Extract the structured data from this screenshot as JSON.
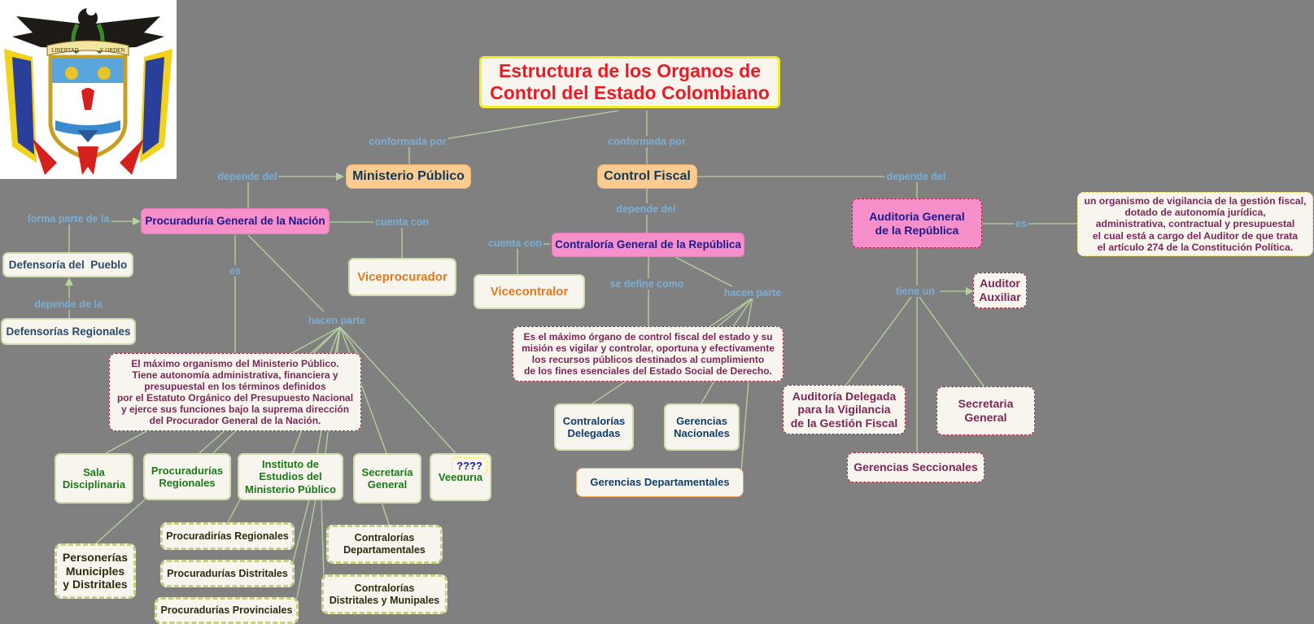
{
  "title": "Estructura de los Organos de\nControl del Estado Colombiano",
  "emblem": {
    "motto_left": "LIBERTAD",
    "motto_right": "Y ORDEN"
  },
  "nodes": {
    "ministerio": "Ministerio Público",
    "control_fiscal": "Control Fiscal",
    "procuraduria": "Procuraduría General de la Nación",
    "viceprocurador": "Viceprocurador",
    "defensoria": "Defensoría del  Pueblo",
    "defensorias_regionales": "Defensorías Regionales",
    "procu_desc": "El máximo organismo del Ministerio Público.\nTiene autonomía administrativa, financiera y\npresupuestal en los términos definidos\npor el Estatuto Orgánico del Presupuesto Nacional\ny ejerce sus funciones bajo la suprema dirección\ndel Procurador General de la Nación.",
    "sala": "Sala\nDisciplinaria",
    "procu_regionales": "Procuradurías\nRegionales",
    "instituto": "Instituto de\nEstudios del\nMinisterio Público",
    "secretaria_procu": "Secretaría\nGeneral",
    "veeduria": "Veeduría",
    "veeduria_note": "????",
    "personerias": "Personerías\nMuniciples\ny Distritales",
    "procuradirias_regionales": "Procuradirías Regionales",
    "procu_distritales": "Procuradurías Distritales",
    "procu_provinciales": "Procuradurías Provinciales",
    "contralorias_dep": "Contralorías\nDepartamentales",
    "contralorias_dist": "Contralorías\nDistritales y Munipales",
    "contraloria": "Contraloría General de la República",
    "vicecontralor": "Vicecontralor",
    "contra_desc": "Es el máximo órgano de control fiscal del estado y su\nmisión es vigilar y controlar, oportuna y efectivamente\nlos recursos públicos destinados al cumplimiento\nde los fines esenciales del Estado Social de Derecho.",
    "contralorias_delegadas": "Contralorías\nDelegadas",
    "gerencias_nacionales": "Gerencias\nNacionales",
    "gerencias_dep": "Gerencias Departamentales",
    "auditoria": "Auditoria General\nde la República",
    "audit_desc": "un organismo de vigilancia de la gestión fiscal,\ndotado de autonomía jurídica,\nadministrativa, contractual y presupuestal\nel cual está a cargo del Auditor de que trata\nel artículo 274 de la Constitución Política.",
    "auditor_auxiliar": "Auditor\nAuxiliar",
    "auditoria_delegada": "Auditoría Delegada\npara la Vigilancia\nde la Gestión Fiscal",
    "secretaria_audit": "Secretaria\nGeneral",
    "gerencias_seccionales": "Gerencias Seccionales"
  },
  "links": {
    "conformada_1": "conformada por",
    "conformada_2": "conformada por",
    "depende_del_1": "depende del",
    "depende_del_2": "depende del",
    "depende_del_3": "depende del",
    "forma_parte": "forma parte de la",
    "cuenta_con_1": "cuenta con",
    "cuenta_con_2": "cuenta con",
    "es_1": "es",
    "es_2": "es",
    "depende_de_la": "depende de la",
    "hacen_parte_1": "hacen parte",
    "hacen_parte_2": "hacen parte",
    "se_define": "se define como",
    "tiene_un": "tiene un"
  },
  "colors": {
    "background": "#808080",
    "title_text": "#ea1b26",
    "title_border": "#f4ec2e",
    "link_label": "#79aed6",
    "edge": "#b7d39d",
    "orange_node": "#fccb8f",
    "pink_node": "#f78fca"
  }
}
